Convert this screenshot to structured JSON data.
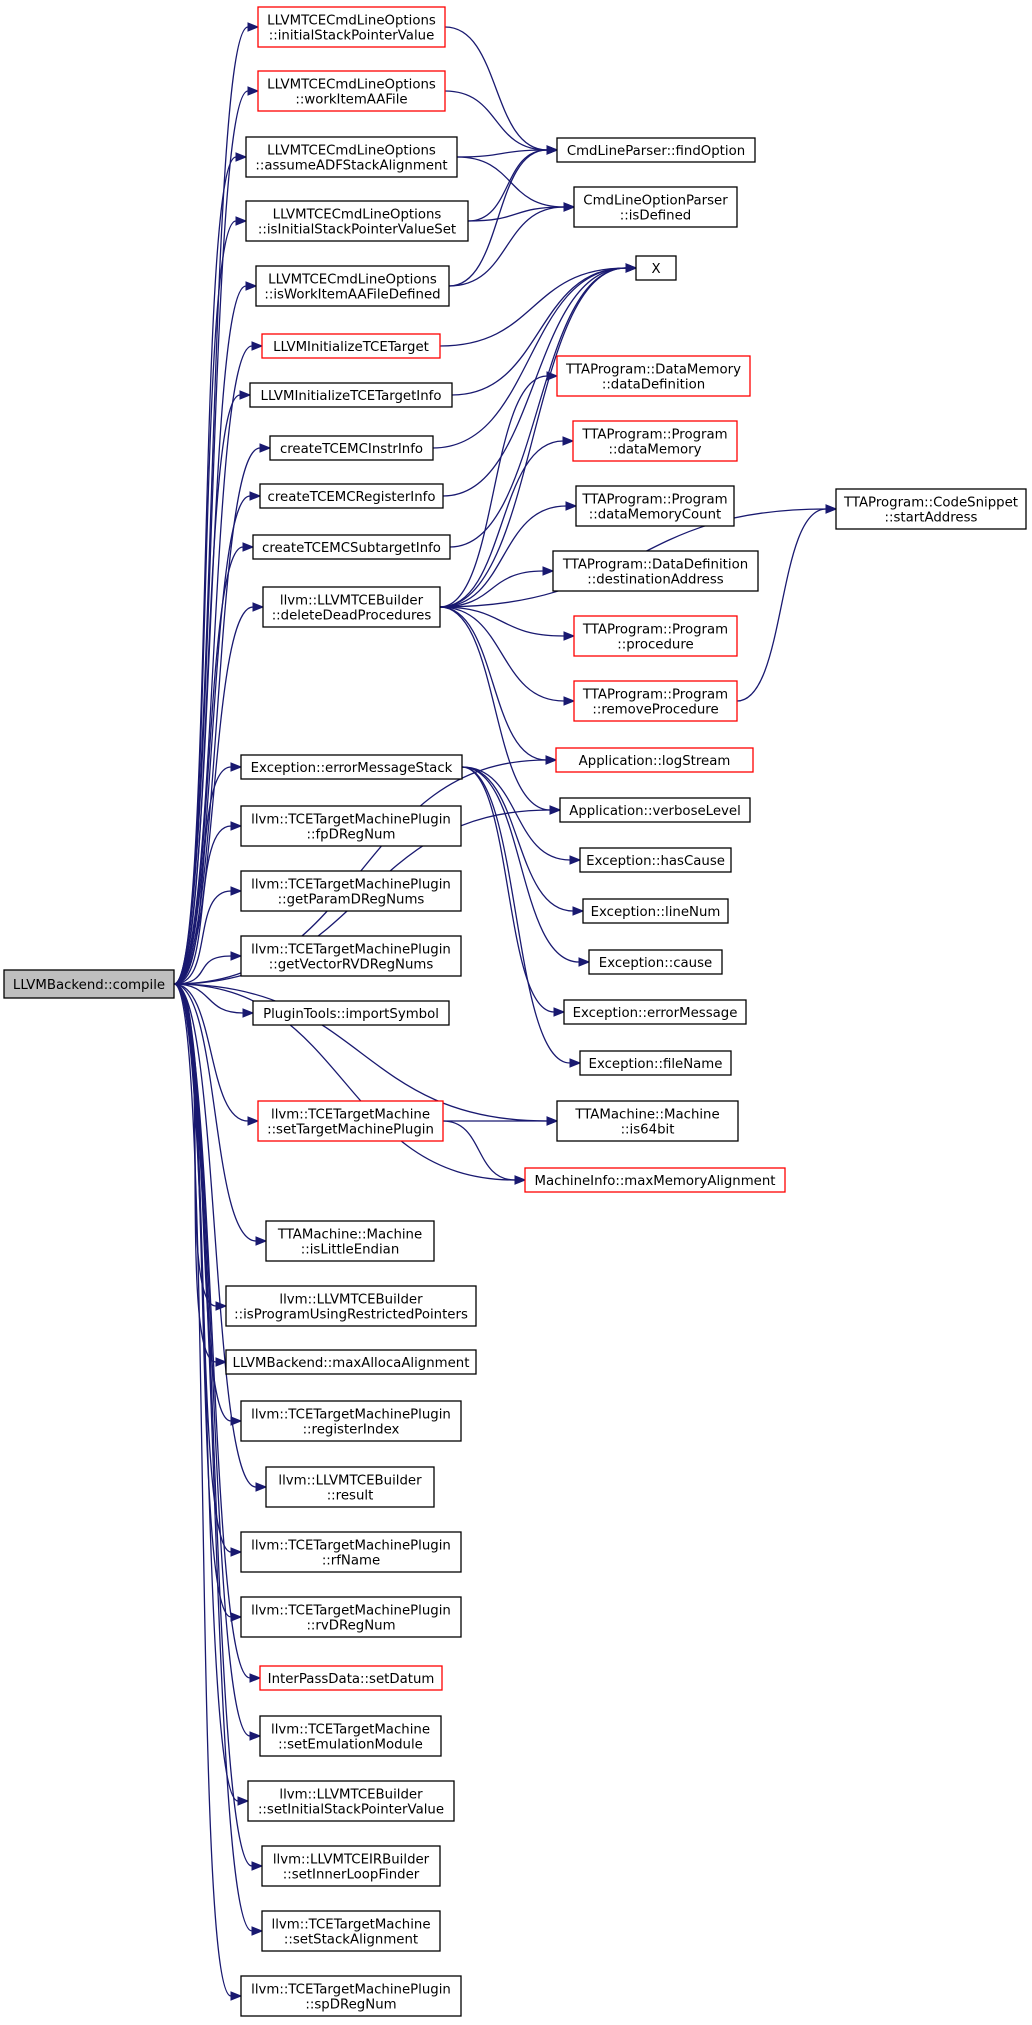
{
  "colors": {
    "edge": "#191970",
    "node_border_default": "#000000",
    "node_border_incomplete": "#ff0000",
    "root_fill": "#bfbfbf",
    "node_fill": "#ffffff"
  },
  "nodes": [
    {
      "id": "root",
      "lines": [
        "LLVMBackend::compile"
      ],
      "style": "root"
    },
    {
      "id": "n1",
      "lines": [
        "LLVMTCECmdLineOptions",
        "::initialStackPointerValue"
      ],
      "style": "red"
    },
    {
      "id": "n2",
      "lines": [
        "LLVMTCECmdLineOptions",
        "::workItemAAFile"
      ],
      "style": "red"
    },
    {
      "id": "n3",
      "lines": [
        "LLVMTCECmdLineOptions",
        "::assumeADFStackAlignment"
      ],
      "style": "black"
    },
    {
      "id": "n4",
      "lines": [
        "LLVMTCECmdLineOptions",
        "::isInitialStackPointerValueSet"
      ],
      "style": "black"
    },
    {
      "id": "n5",
      "lines": [
        "LLVMTCECmdLineOptions",
        "::isWorkItemAAFileDefined"
      ],
      "style": "black"
    },
    {
      "id": "n6",
      "lines": [
        "LLVMInitializeTCETarget"
      ],
      "style": "red"
    },
    {
      "id": "n7",
      "lines": [
        "LLVMInitializeTCETargetInfo"
      ],
      "style": "black"
    },
    {
      "id": "n8",
      "lines": [
        "createTCEMCInstrInfo"
      ],
      "style": "black"
    },
    {
      "id": "n9",
      "lines": [
        "createTCEMCRegisterInfo"
      ],
      "style": "black"
    },
    {
      "id": "n10",
      "lines": [
        "createTCEMCSubtargetInfo"
      ],
      "style": "black"
    },
    {
      "id": "n11",
      "lines": [
        "llvm::LLVMTCEBuilder",
        "::deleteDeadProcedures"
      ],
      "style": "black"
    },
    {
      "id": "n12",
      "lines": [
        "Exception::errorMessageStack"
      ],
      "style": "black"
    },
    {
      "id": "n13",
      "lines": [
        "llvm::TCETargetMachinePlugin",
        "::fpDRegNum"
      ],
      "style": "black"
    },
    {
      "id": "n14",
      "lines": [
        "llvm::TCETargetMachinePlugin",
        "::getParamDRegNums"
      ],
      "style": "black"
    },
    {
      "id": "n15",
      "lines": [
        "llvm::TCETargetMachinePlugin",
        "::getVectorRVDRegNums"
      ],
      "style": "black"
    },
    {
      "id": "n16",
      "lines": [
        "PluginTools::importSymbol"
      ],
      "style": "black"
    },
    {
      "id": "n17",
      "lines": [
        "llvm::TCETargetMachine",
        "::setTargetMachinePlugin"
      ],
      "style": "red"
    },
    {
      "id": "n18",
      "lines": [
        "TTAMachine::Machine",
        "::isLittleEndian"
      ],
      "style": "black"
    },
    {
      "id": "n19",
      "lines": [
        "llvm::LLVMTCEBuilder",
        "::isProgramUsingRestrictedPointers"
      ],
      "style": "black"
    },
    {
      "id": "n20",
      "lines": [
        "LLVMBackend::maxAllocaAlignment"
      ],
      "style": "black"
    },
    {
      "id": "n21",
      "lines": [
        "llvm::TCETargetMachinePlugin",
        "::registerIndex"
      ],
      "style": "black"
    },
    {
      "id": "n22",
      "lines": [
        "llvm::LLVMTCEBuilder",
        "::result"
      ],
      "style": "black"
    },
    {
      "id": "n23",
      "lines": [
        "llvm::TCETargetMachinePlugin",
        "::rfName"
      ],
      "style": "black"
    },
    {
      "id": "n24",
      "lines": [
        "llvm::TCETargetMachinePlugin",
        "::rvDRegNum"
      ],
      "style": "black"
    },
    {
      "id": "n25",
      "lines": [
        "InterPassData::setDatum"
      ],
      "style": "red"
    },
    {
      "id": "n26",
      "lines": [
        "llvm::TCETargetMachine",
        "::setEmulationModule"
      ],
      "style": "black"
    },
    {
      "id": "n27",
      "lines": [
        "llvm::LLVMTCEBuilder",
        "::setInitialStackPointerValue"
      ],
      "style": "black"
    },
    {
      "id": "n28",
      "lines": [
        "llvm::LLVMTCEIRBuilder",
        "::setInnerLoopFinder"
      ],
      "style": "black"
    },
    {
      "id": "n29",
      "lines": [
        "llvm::TCETargetMachine",
        "::setStackAlignment"
      ],
      "style": "black"
    },
    {
      "id": "n30",
      "lines": [
        "llvm::TCETargetMachinePlugin",
        "::spDRegNum"
      ],
      "style": "black"
    },
    {
      "id": "m1",
      "lines": [
        "CmdLineParser::findOption"
      ],
      "style": "black"
    },
    {
      "id": "m2",
      "lines": [
        "CmdLineOptionParser",
        "::isDefined"
      ],
      "style": "black"
    },
    {
      "id": "m3",
      "lines": [
        "X"
      ],
      "style": "black"
    },
    {
      "id": "m4",
      "lines": [
        "TTAProgram::DataMemory",
        "::dataDefinition"
      ],
      "style": "red"
    },
    {
      "id": "m5",
      "lines": [
        "TTAProgram::Program",
        "::dataMemory"
      ],
      "style": "red"
    },
    {
      "id": "m6",
      "lines": [
        "TTAProgram::Program",
        "::dataMemoryCount"
      ],
      "style": "black"
    },
    {
      "id": "m7",
      "lines": [
        "TTAProgram::DataDefinition",
        "::destinationAddress"
      ],
      "style": "black"
    },
    {
      "id": "m8",
      "lines": [
        "TTAProgram::Program",
        "::procedure"
      ],
      "style": "red"
    },
    {
      "id": "m9",
      "lines": [
        "TTAProgram::Program",
        "::removeProcedure"
      ],
      "style": "red"
    },
    {
      "id": "m10",
      "lines": [
        "Application::logStream"
      ],
      "style": "red"
    },
    {
      "id": "m11",
      "lines": [
        "Application::verboseLevel"
      ],
      "style": "black"
    },
    {
      "id": "m12",
      "lines": [
        "Exception::hasCause"
      ],
      "style": "black"
    },
    {
      "id": "m13",
      "lines": [
        "Exception::lineNum"
      ],
      "style": "black"
    },
    {
      "id": "m14",
      "lines": [
        "Exception::cause"
      ],
      "style": "black"
    },
    {
      "id": "m15",
      "lines": [
        "Exception::errorMessage"
      ],
      "style": "black"
    },
    {
      "id": "m16",
      "lines": [
        "Exception::fileName"
      ],
      "style": "black"
    },
    {
      "id": "m17",
      "lines": [
        "TTAMachine::Machine",
        "::is64bit"
      ],
      "style": "black"
    },
    {
      "id": "m18",
      "lines": [
        "MachineInfo::maxMemoryAlignment"
      ],
      "style": "red"
    },
    {
      "id": "s1",
      "lines": [
        "TTAProgram::CodeSnippet",
        "::startAddress"
      ],
      "style": "black"
    }
  ],
  "edges": [
    [
      "root",
      "n1"
    ],
    [
      "root",
      "n2"
    ],
    [
      "root",
      "n3"
    ],
    [
      "root",
      "n4"
    ],
    [
      "root",
      "n5"
    ],
    [
      "root",
      "n6"
    ],
    [
      "root",
      "n7"
    ],
    [
      "root",
      "n8"
    ],
    [
      "root",
      "n9"
    ],
    [
      "root",
      "n10"
    ],
    [
      "root",
      "n11"
    ],
    [
      "root",
      "m10"
    ],
    [
      "root",
      "m11"
    ],
    [
      "root",
      "n12"
    ],
    [
      "root",
      "n13"
    ],
    [
      "root",
      "n14"
    ],
    [
      "root",
      "n15"
    ],
    [
      "root",
      "n16"
    ],
    [
      "root",
      "m17"
    ],
    [
      "root",
      "n17"
    ],
    [
      "root",
      "m18"
    ],
    [
      "root",
      "n18"
    ],
    [
      "root",
      "n19"
    ],
    [
      "root",
      "n20"
    ],
    [
      "root",
      "n21"
    ],
    [
      "root",
      "n22"
    ],
    [
      "root",
      "n23"
    ],
    [
      "root",
      "n24"
    ],
    [
      "root",
      "n25"
    ],
    [
      "root",
      "n26"
    ],
    [
      "root",
      "n27"
    ],
    [
      "root",
      "n28"
    ],
    [
      "root",
      "n29"
    ],
    [
      "root",
      "n30"
    ],
    [
      "n1",
      "m1"
    ],
    [
      "n2",
      "m1"
    ],
    [
      "n3",
      "m1"
    ],
    [
      "n3",
      "m2"
    ],
    [
      "n4",
      "m1"
    ],
    [
      "n4",
      "m2"
    ],
    [
      "n5",
      "m1"
    ],
    [
      "n5",
      "m2"
    ],
    [
      "n6",
      "m3"
    ],
    [
      "n7",
      "m3"
    ],
    [
      "n8",
      "m3"
    ],
    [
      "n9",
      "m3"
    ],
    [
      "n10",
      "m3"
    ],
    [
      "n11",
      "m3"
    ],
    [
      "n11",
      "m4"
    ],
    [
      "n11",
      "m5"
    ],
    [
      "n11",
      "m6"
    ],
    [
      "n11",
      "m7"
    ],
    [
      "n11",
      "m8"
    ],
    [
      "n11",
      "m9"
    ],
    [
      "n11",
      "m10"
    ],
    [
      "n11",
      "m11"
    ],
    [
      "n11",
      "s1"
    ],
    [
      "m9",
      "s1"
    ],
    [
      "n12",
      "m12"
    ],
    [
      "n12",
      "m13"
    ],
    [
      "n12",
      "m14"
    ],
    [
      "n12",
      "m15"
    ],
    [
      "n12",
      "m16"
    ],
    [
      "n17",
      "m17"
    ],
    [
      "n17",
      "m18"
    ]
  ]
}
